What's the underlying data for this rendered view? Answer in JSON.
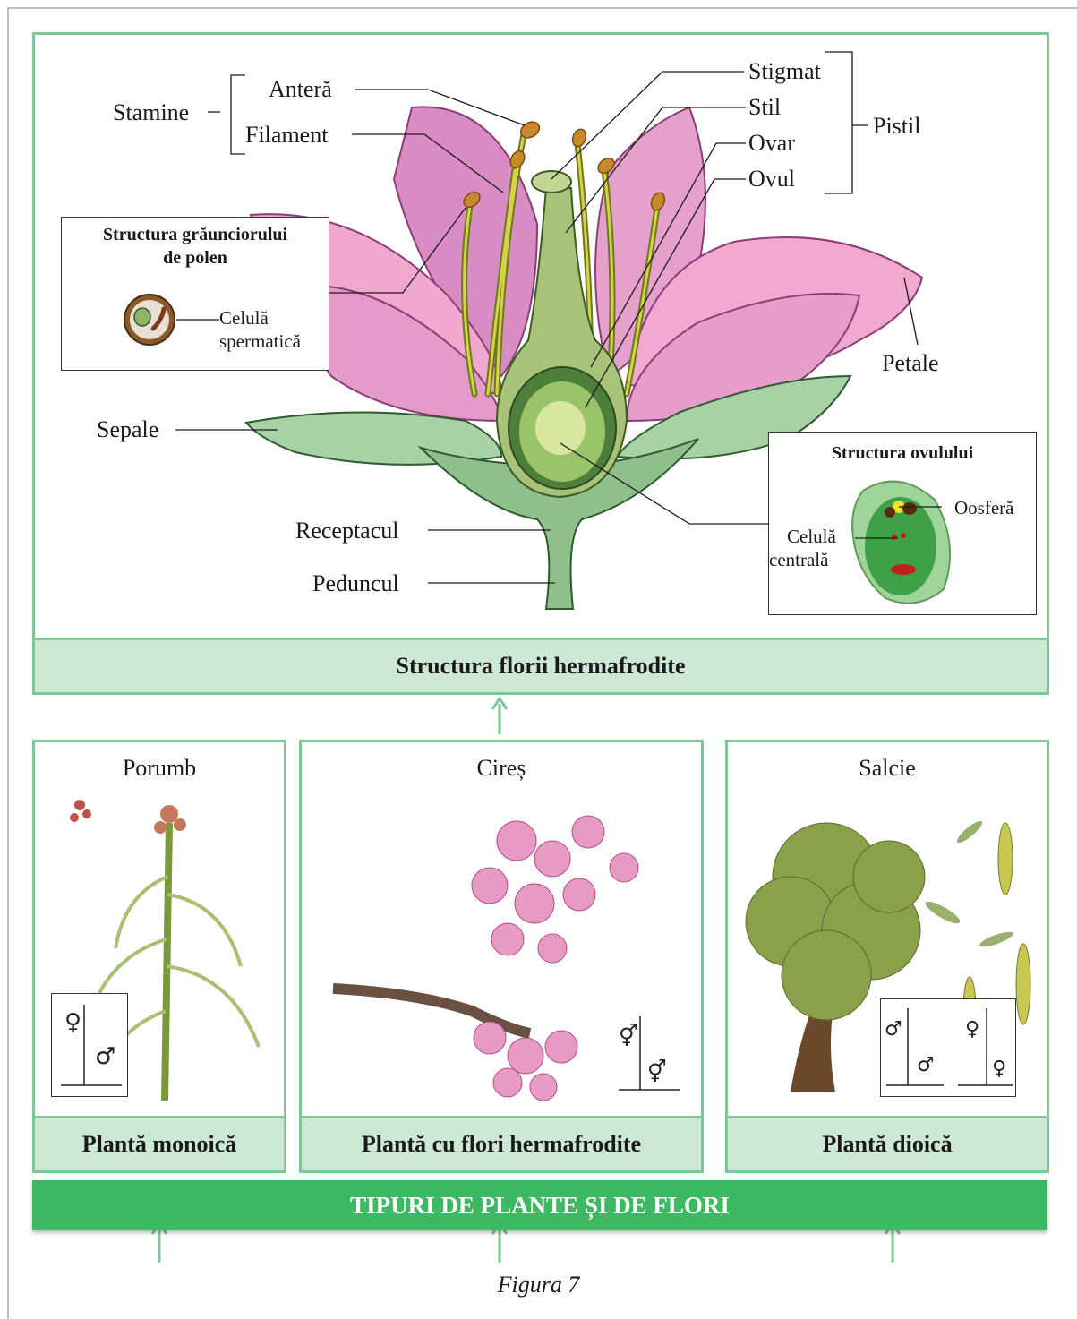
{
  "flower": {
    "caption": "Structura florii hermafrodite",
    "labels": {
      "stamine": "Stamine",
      "antera": "Anteră",
      "filament": "Filament",
      "stigmat": "Stigmat",
      "stil": "Stil",
      "ovar": "Ovar",
      "ovul": "Ovul",
      "pistil": "Pistil",
      "petale": "Petale",
      "sepale": "Sepale",
      "receptacul": "Receptacul",
      "peduncul": "Peduncul"
    },
    "pollen_box": {
      "title_line1": "Structura grăunciorului",
      "title_line2": "de polen",
      "cell_line1": "Celulă",
      "cell_line2": "spermatică"
    },
    "ovule_box": {
      "title": "Structura ovulului",
      "oosfera": "Oosferă",
      "central_line1": "Celulă",
      "central_line2": "centrală"
    }
  },
  "plants": [
    {
      "name": "Porumb",
      "caption": "Plantă monoică"
    },
    {
      "name": "Cireș",
      "caption": "Plantă cu flori hermafrodite"
    },
    {
      "name": "Salcie",
      "caption": "Plantă dioică"
    }
  ],
  "main_banner": "TIPURI DE PLANTE ȘI DE FLORI",
  "figure_caption": "Figura 7",
  "colors": {
    "panel_border": "#7fc796",
    "caption_fill": "#cde8d4",
    "banner_fill": "#3db863",
    "petal_pink": "#e78fc0",
    "sepal_green": "#8fc08c"
  }
}
